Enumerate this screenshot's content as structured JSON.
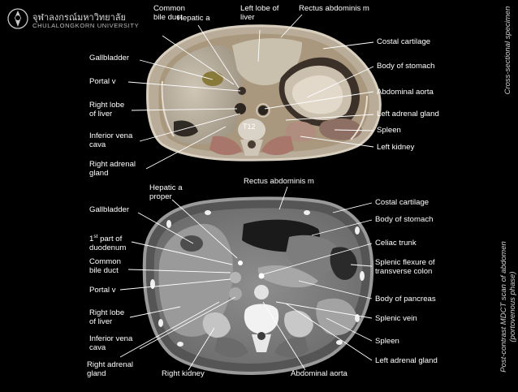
{
  "branding": {
    "university_thai": "จุฬาลงกรณ์มหาวิทยาลัย",
    "university_en": "CHULALONGKORN UNIVERSITY"
  },
  "vertebra_label": "T12",
  "side_titles": {
    "top": "Cross-sectional specimen",
    "bottom": "Post-contrast MDCT scan of abdomen\n(portovenous phase)"
  },
  "top_labels": {
    "common_bile_duct": "Common\nbile duct",
    "hepatic_a": "Hepatic a",
    "left_lobe_liver": "Left lobe of\nliver",
    "rectus_abdominis": "Rectus abdominis m",
    "gallbladder": "Gallbladder",
    "costal_cartilage": "Costal cartilage",
    "body_of_stomach": "Body of stomach",
    "portal_v": "Portal v",
    "abdominal_aorta": "Abdominal aorta",
    "right_lobe_liver": "Right lobe\nof liver",
    "left_adrenal_gland": "Left adrenal gland",
    "inferior_vena_cava": "Inferior vena\ncava",
    "spleen": "Spleen",
    "left_kidney": "Left kidney",
    "right_adrenal_gland": "Right adrenal\ngland"
  },
  "bottom_labels": {
    "rectus_abdominis": "Rectus abdominis m",
    "hepatic_a_proper": "Hepatic a\nproper",
    "costal_cartilage": "Costal  cartilage",
    "gallbladder": "Gallbladder",
    "body_of_stomach": "Body of stomach",
    "duodenum_prefix": "1",
    "duodenum_sup": "st",
    "duodenum_rest": " part of\nduodenum",
    "celiac_trunk": "Celiac trunk",
    "common_bile_duct": "Common\nbile duct",
    "splenic_flexure": "Splenic flexure of\ntransverse colon",
    "portal_v": "Portal v",
    "body_of_pancreas": "Body of pancreas",
    "right_lobe_liver": "Right lobe\nof liver",
    "splenic_vein": "Splenic vein",
    "inferior_vena_cava": "Inferior vena\ncava",
    "spleen": "Spleen",
    "left_adrenal_gland": "Left adrenal gland",
    "right_adrenal_gland": "Right adrenal\ngland",
    "right_kidney": "Right kidney",
    "abdominal_aorta": "Abdominal aorta"
  }
}
